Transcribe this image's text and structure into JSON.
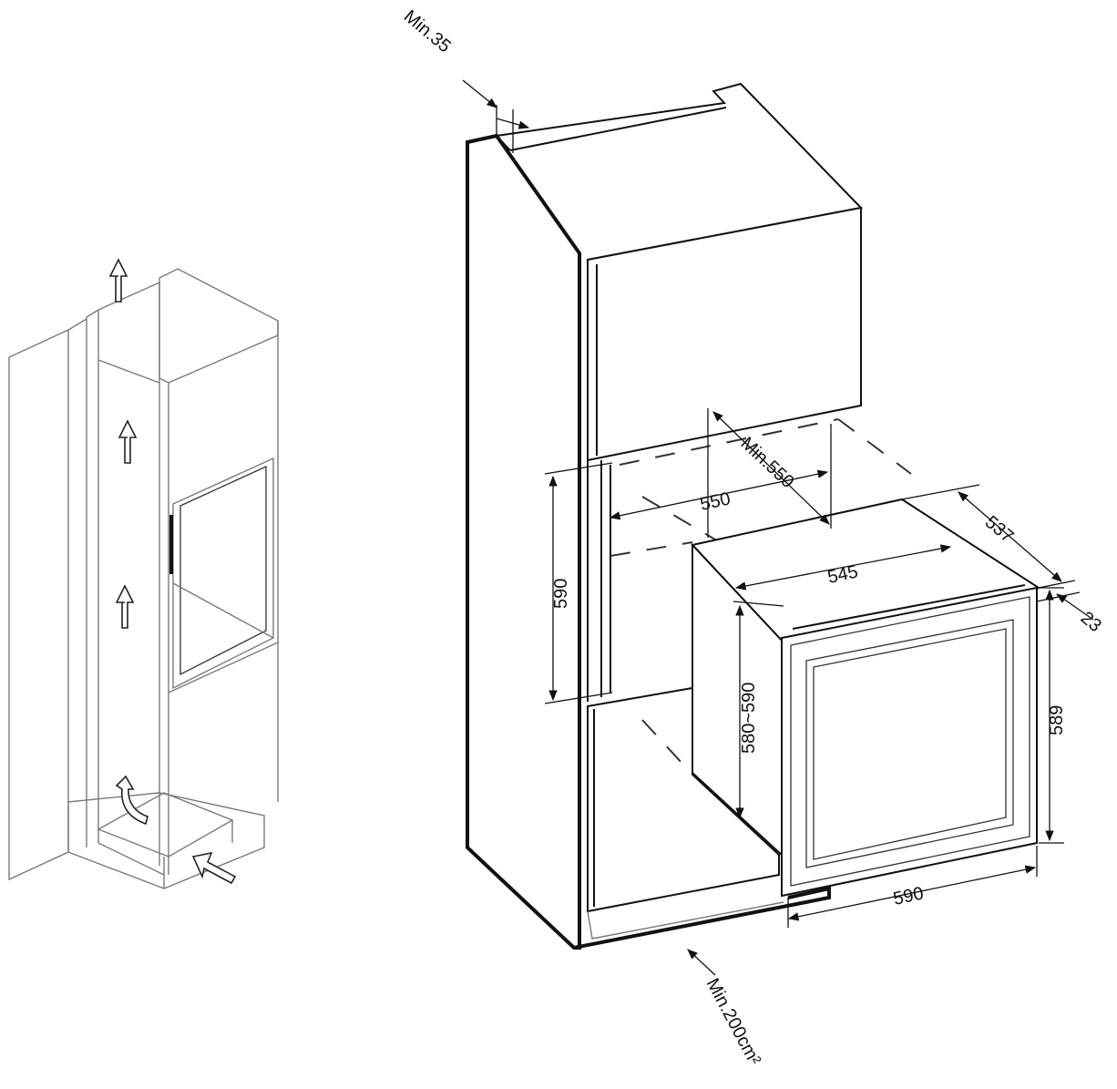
{
  "diagram": {
    "labels": {
      "min_top_gap": "Min.35",
      "min_depth": "Min.550",
      "niche_width": "550",
      "niche_height": "590",
      "cabinet_depth": "537",
      "door_thickness": "23",
      "body_width": "545",
      "body_height": "580~590",
      "door_height": "589",
      "door_width": "590",
      "vent_area": "Min.200cm²"
    },
    "colors": {
      "line": "#111111",
      "guide": "#7a7a7a",
      "background": "#ffffff"
    },
    "airflow_arrows": [
      "up-arrow-icon",
      "up-arrow-icon",
      "up-arrow-icon",
      "curved-arrow-icon",
      "inlet-arrow-icon"
    ]
  }
}
